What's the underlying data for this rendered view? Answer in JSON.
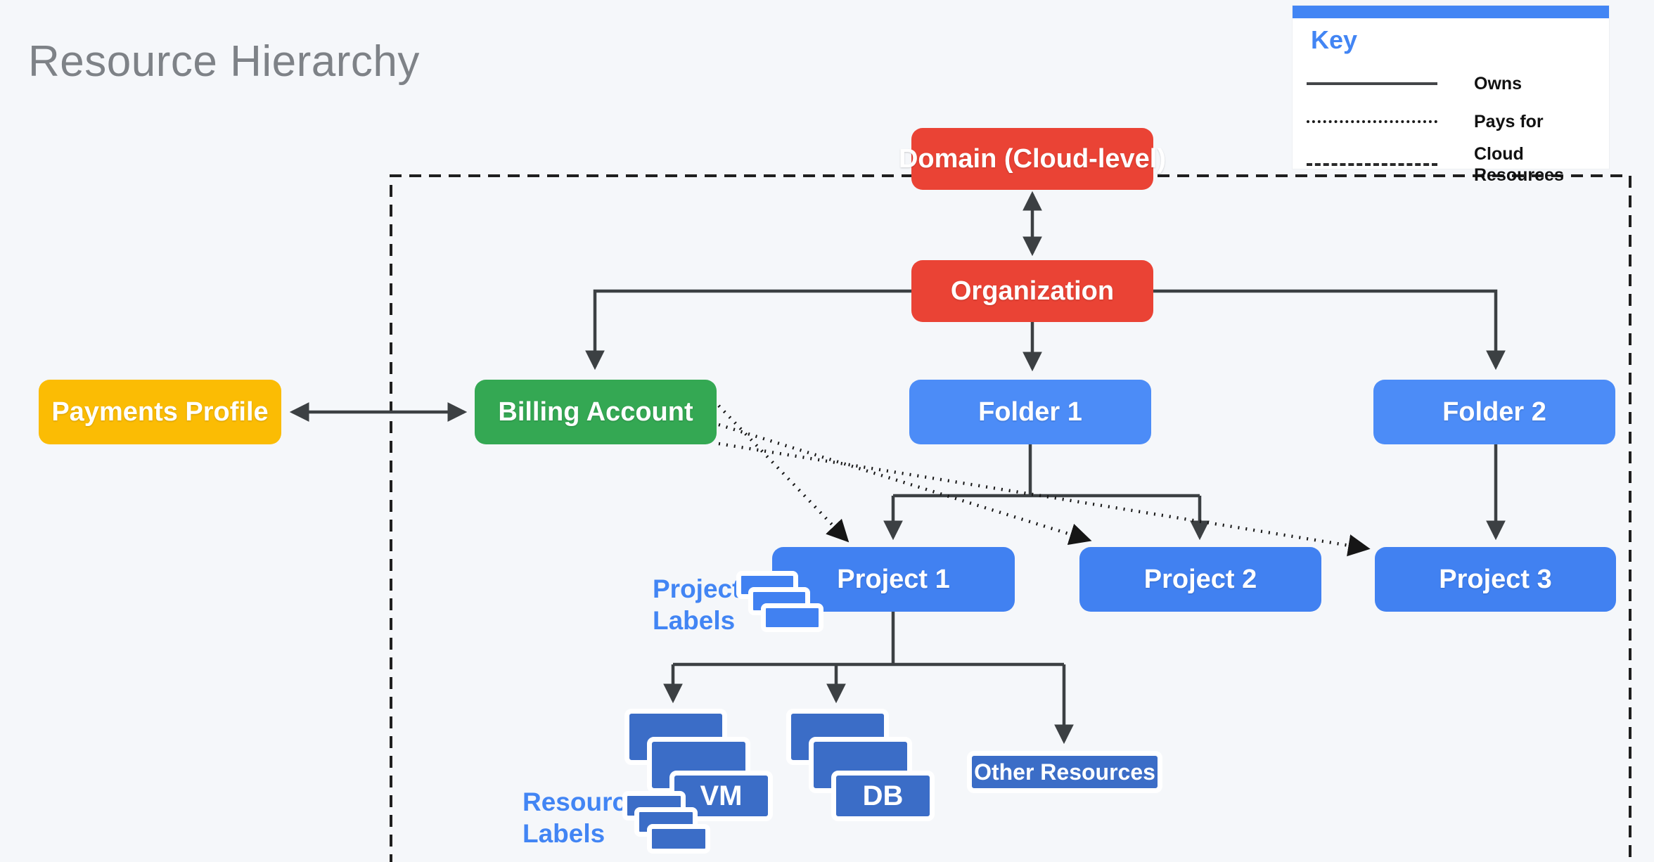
{
  "title": "Resource Hierarchy",
  "legend": {
    "title": "Key",
    "items": [
      {
        "style": "solid",
        "label": "Owns"
      },
      {
        "style": "dotted",
        "label": "Pays for"
      },
      {
        "style": "dashed",
        "label": "Cloud\nResources"
      }
    ]
  },
  "nodes": {
    "domain": {
      "label": "Domain (Cloud-level)",
      "color": "#EA4335"
    },
    "organization": {
      "label": "Organization",
      "color": "#EA4335"
    },
    "payments_profile": {
      "label": "Payments Profile",
      "color": "#FBBC04"
    },
    "billing_account": {
      "label": "Billing Account",
      "color": "#34A853"
    },
    "folder1": {
      "label": "Folder 1",
      "color": "#4C8CF7"
    },
    "folder2": {
      "label": "Folder 2",
      "color": "#4C8CF7"
    },
    "project1": {
      "label": "Project 1",
      "color": "#4181F1"
    },
    "project2": {
      "label": "Project 2",
      "color": "#4181F1"
    },
    "project3": {
      "label": "Project 3",
      "color": "#4181F1"
    },
    "vm": {
      "label": "VM",
      "color": "#3B6DC7"
    },
    "db": {
      "label": "DB",
      "color": "#3B6DC7"
    },
    "other_resources": {
      "label": "Other Resources",
      "color": "#3B6DC7"
    }
  },
  "annotations": {
    "project_labels": "Project\nLabels",
    "resource_labels": "Resource\nLabels"
  },
  "colors": {
    "background": "#F5F7FA",
    "red": "#EA4335",
    "yellow": "#FBBC04",
    "green": "#34A853",
    "folder_blue": "#4C8CF7",
    "project_blue": "#4181F1",
    "resource_blue": "#3B6DC7",
    "label_text_blue": "#4285F4",
    "legend_bar_blue": "#4285F4",
    "line_gray": "#3C4043",
    "dashed_border_black": "#1F1F1F",
    "title_gray": "#7E8287"
  }
}
